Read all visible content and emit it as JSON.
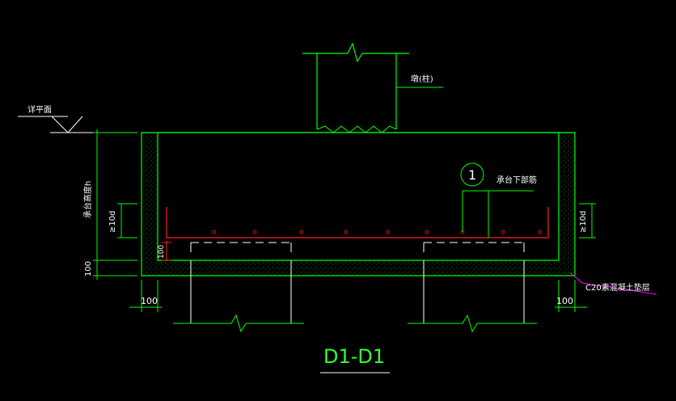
{
  "drawing": {
    "title": "D1-D1",
    "background": "#000000",
    "colors": {
      "outline": "#00ff00",
      "rebar": "#ff2020",
      "text": "#ffffff",
      "leader": "#ff00ff",
      "hatch": "#00ff00"
    },
    "labels": {
      "ground_level": "详平面",
      "column": "墩(柱)",
      "cap_height": "承台高度h",
      "bottom_rebar": "承台下部筋",
      "anchorage_left": "≥10d",
      "anchorage_right": "≥10d",
      "bedding_thickness": "100",
      "bedding_height": "100",
      "cover": "100",
      "extension_left": "100",
      "extension_right": "100",
      "concrete": "C20素混凝土垫层"
    },
    "callout_number": "1"
  }
}
